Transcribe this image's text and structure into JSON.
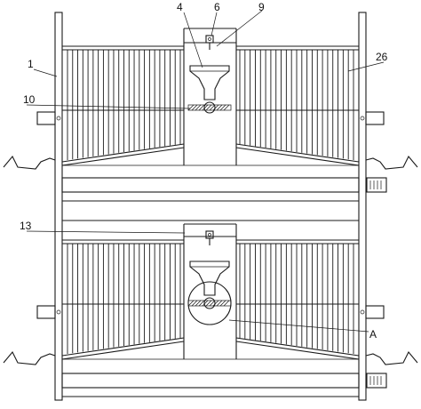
{
  "labels": {
    "l4": "4",
    "l6": "6",
    "l9": "9",
    "l1": "1",
    "l26": "26",
    "l10": "10",
    "l13": "13",
    "lA": "A"
  },
  "colors": {
    "line": "#1a1a1a",
    "background": "#ffffff"
  },
  "icons": [
    "motor-icon",
    "nipple-drinker-icon",
    "feed-hopper-icon"
  ]
}
